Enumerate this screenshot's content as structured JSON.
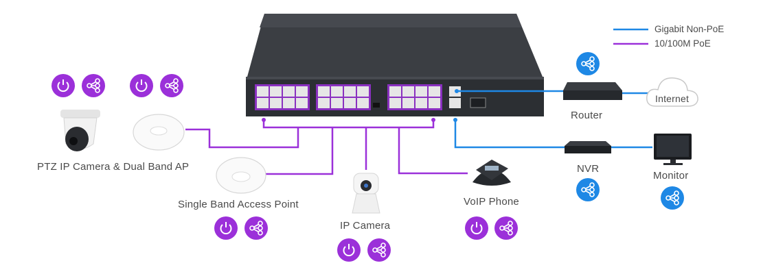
{
  "legend": {
    "items": [
      {
        "label": "Gigabit Non-PoE",
        "color": "#1e88e5"
      },
      {
        "label": "10/100M PoE",
        "color": "#9b30d9"
      }
    ]
  },
  "colors": {
    "poe": "#9b30d9",
    "non_poe": "#1e88e5",
    "switch_body": "#2f3236",
    "badge_power": "#9b30d9",
    "badge_network_poe": "#9b30d9",
    "badge_network_blue": "#1e88e5"
  },
  "devices": {
    "ptz_ap_label": "PTZ IP Camera & Dual Band AP",
    "single_ap_label": "Single Band Access Point",
    "ip_camera_label": "IP Camera",
    "voip_label": "VoIP Phone",
    "router_label": "Router",
    "internet_label": "Internet",
    "nvr_label": "NVR",
    "monitor_label": "Monitor"
  },
  "icons": {
    "power": "power-icon",
    "network": "network-topology-icon",
    "cloud": "cloud-icon"
  }
}
